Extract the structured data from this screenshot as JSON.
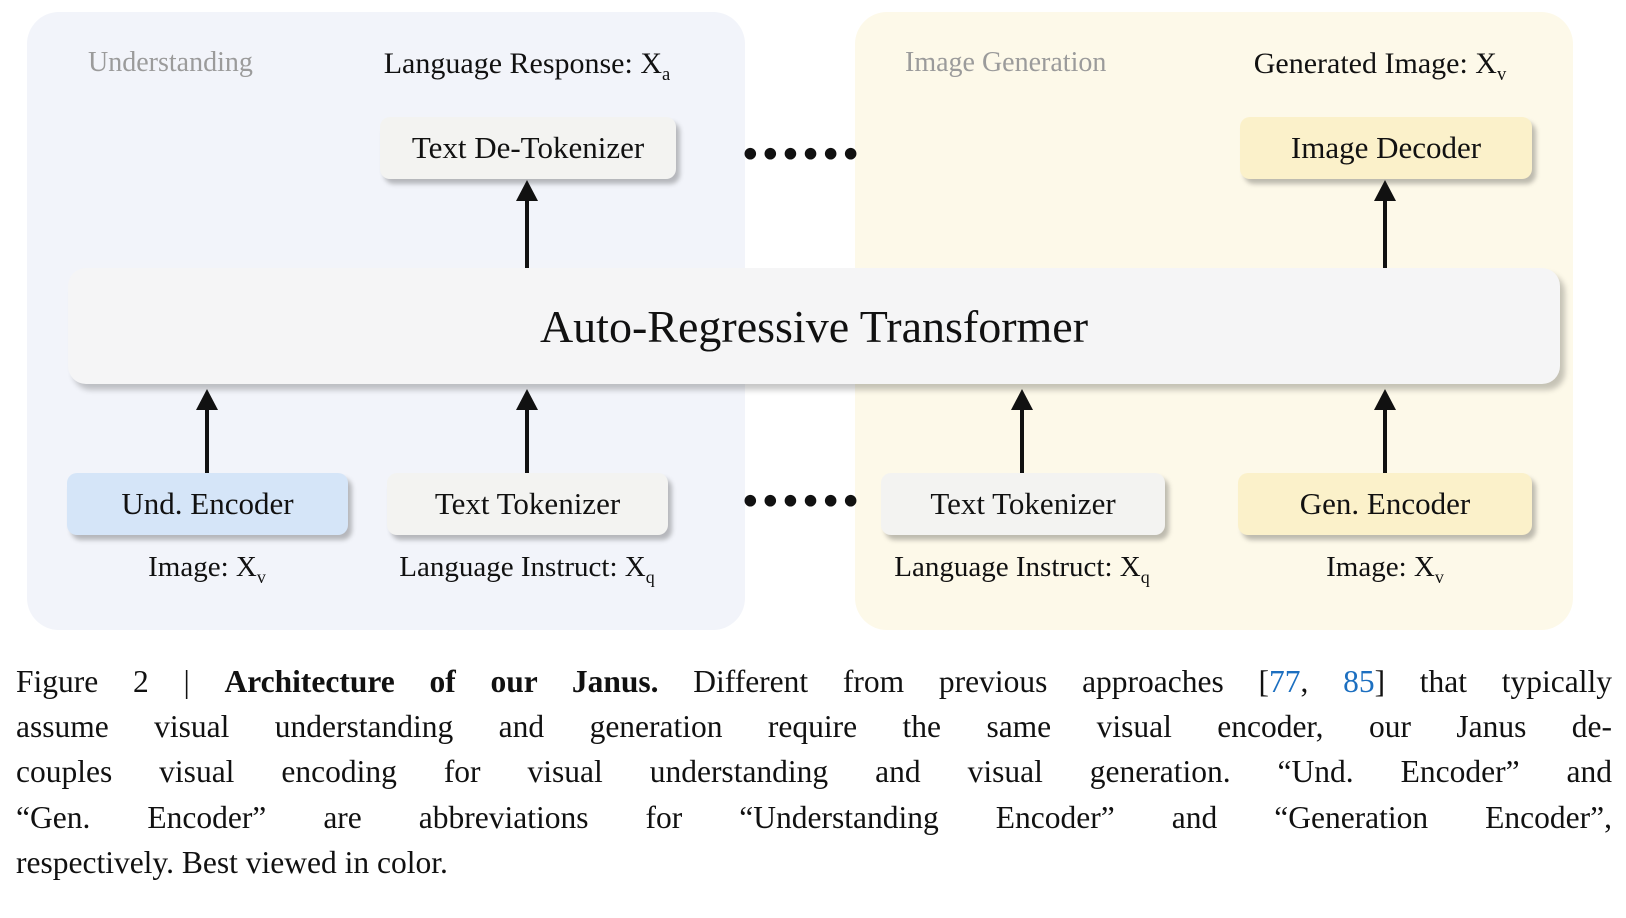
{
  "colors": {
    "panel-und-bg": "#f2f4fa",
    "panel-gen-bg": "#fdf9e9",
    "box-gray-bg": "#f3f3f1",
    "box-blue-bg": "#d5e5f8",
    "box-yellow-bg": "#fbf1ca",
    "transformer-bg": "#f5f5f6",
    "panel-title": "#9b9b9b",
    "text": "#111111",
    "citation": "#1c6fc0"
  },
  "diagram": {
    "dots": "••••••",
    "transformer": "Auto-Regressive Transformer",
    "und": {
      "title": "Understanding",
      "response_label": {
        "text": "Language Response: X",
        "sub": "a"
      },
      "detokenizer": "Text De-Tokenizer",
      "encoder": "Und. Encoder",
      "tokenizer": "Text Tokenizer",
      "image_label": {
        "text": "Image: X",
        "sub": "v"
      },
      "instruct_label": {
        "text": "Language Instruct: X",
        "sub": "q"
      }
    },
    "gen": {
      "title": "Image Generation",
      "generated_label": {
        "text": "Generated Image: X",
        "sub": "v"
      },
      "decoder": "Image Decoder",
      "tokenizer": "Text Tokenizer",
      "encoder": "Gen. Encoder",
      "instruct_label": {
        "text": "Language Instruct: X",
        "sub": "q"
      },
      "image_label": {
        "text": "Image: X",
        "sub": "v"
      }
    }
  },
  "caption": {
    "lines": [
      [
        {
          "t": "Figure 2 | ",
          "s": "n"
        },
        {
          "t": "Architecture of our Janus.",
          "s": "b"
        },
        {
          "t": " Different from previous approaches [",
          "s": "n"
        },
        {
          "t": "77",
          "s": "c"
        },
        {
          "t": ", ",
          "s": "n"
        },
        {
          "t": "85",
          "s": "c"
        },
        {
          "t": "] that typically",
          "s": "n"
        }
      ],
      [
        {
          "t": "assume visual understanding and generation require the same visual encoder, our Janus de-",
          "s": "n"
        }
      ],
      [
        {
          "t": "couples visual encoding for visual understanding and visual generation. “Und. Encoder” and",
          "s": "n"
        }
      ],
      [
        {
          "t": "“Gen. Encoder” are abbreviations for “Understanding Encoder” and “Generation Encoder”,",
          "s": "n"
        }
      ],
      [
        {
          "t": "respectively. Best viewed in color.",
          "s": "n"
        }
      ]
    ]
  }
}
